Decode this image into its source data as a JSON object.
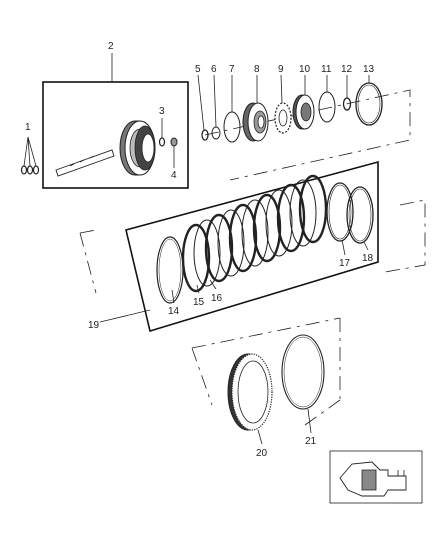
{
  "callouts": {
    "c1": "1",
    "c2": "2",
    "c3": "3",
    "c4": "4",
    "c5": "5",
    "c6": "6",
    "c7": "7",
    "c8": "8",
    "c9": "9",
    "c10": "10",
    "c11": "11",
    "c12": "12",
    "c13": "13",
    "c14": "14",
    "c15": "15",
    "c16": "16",
    "c17": "17",
    "c18": "18",
    "c19": "19",
    "c20": "20",
    "c21": "21"
  },
  "colors": {
    "line": "#222222",
    "fill": "#ffffff",
    "shade": "#555555"
  }
}
